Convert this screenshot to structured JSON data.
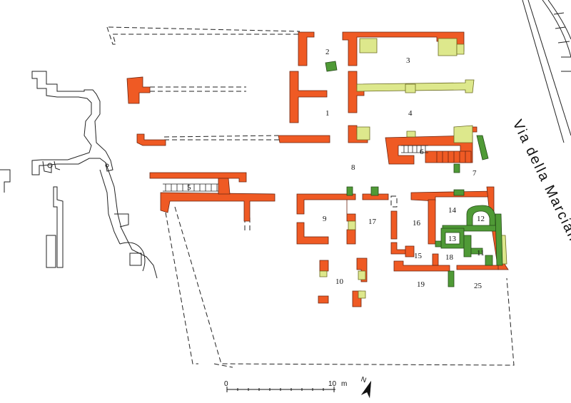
{
  "street": {
    "name": "Via della Marciana"
  },
  "rooms": {
    "r1": "1",
    "r2": "2",
    "r3": "3",
    "r4": "4",
    "r5": "5",
    "r6": "6",
    "r7": "7",
    "r8": "8",
    "r9": "9",
    "r10": "10",
    "r11": "11",
    "r12": "12",
    "r13": "13",
    "r14": "14",
    "r15": "15",
    "r16": "16",
    "r17": "17",
    "r18": "18",
    "r19": "19",
    "r25": "25"
  },
  "scale": {
    "start": "0",
    "end": "10",
    "unit": "m"
  },
  "north": {
    "label": "N"
  },
  "colors": {
    "wall": "#ef5a24",
    "later_phase": "#dde88c",
    "green_phase": "#4f9a36",
    "outline": "#222222"
  }
}
